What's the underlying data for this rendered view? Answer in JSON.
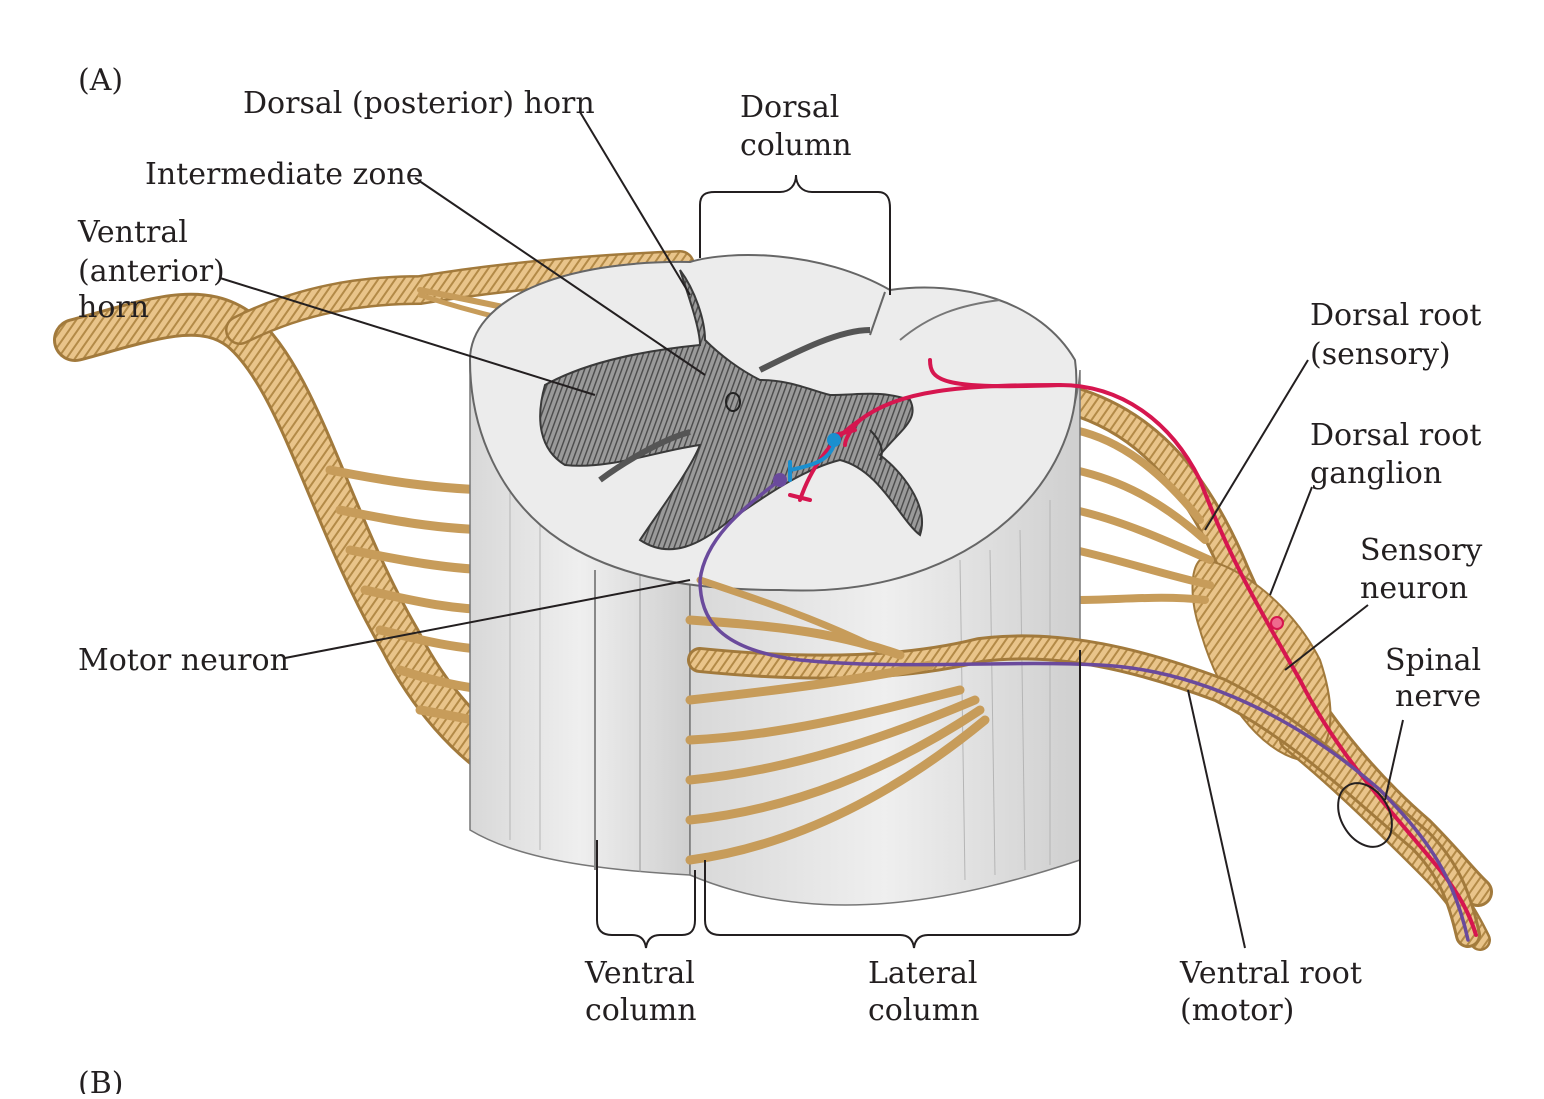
{
  "panel_labels": {
    "a": "(A)",
    "b": "(B)"
  },
  "labels": {
    "dorsal_horn": "Dorsal (posterior) horn",
    "dorsal_column_1": "Dorsal",
    "dorsal_column_2": "column",
    "intermediate_zone": "Intermediate zone",
    "ventral_horn_1": "Ventral",
    "ventral_horn_2": "(anterior)",
    "ventral_horn_3": "horn",
    "dorsal_root_1": "Dorsal root",
    "dorsal_root_2": "(sensory)",
    "ganglion_1": "Dorsal root",
    "ganglion_2": "ganglion",
    "sensory_neuron_1": "Sensory",
    "sensory_neuron_2": "neuron",
    "spinal_nerve_1": "Spinal",
    "spinal_nerve_2": "nerve",
    "motor_neuron": "Motor neuron",
    "ventral_column_1": "Ventral",
    "ventral_column_2": "column",
    "lateral_column_1": "Lateral",
    "lateral_column_2": "column",
    "ventral_root_1": "Ventral root",
    "ventral_root_2": "(motor)"
  },
  "colors": {
    "white_matter": "#ececec",
    "gray_matter": "#8f8f8f",
    "nerve_fill": "#e9c48a",
    "nerve_stroke": "#a27a3c",
    "sensory": "#d6164f",
    "motor": "#6a4a9c",
    "interneuron": "#1a8fcf",
    "text": "#231f20"
  }
}
